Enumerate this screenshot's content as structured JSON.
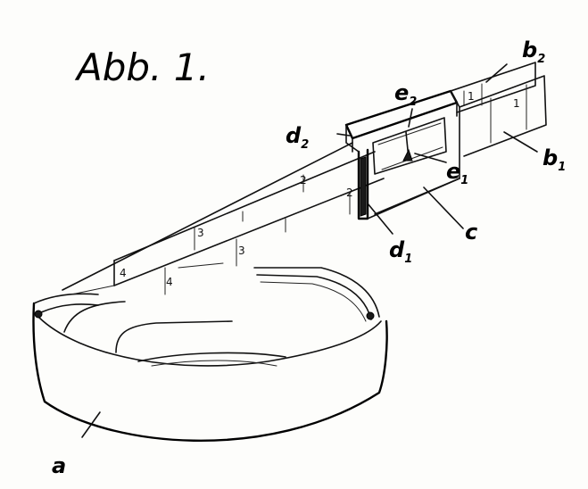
{
  "figure": {
    "title": "Abb. 1."
  },
  "labels": {
    "a": {
      "letter": "a",
      "sub": ""
    },
    "b1": {
      "letter": "b",
      "sub": "1"
    },
    "b2": {
      "letter": "b",
      "sub": "2"
    },
    "c": {
      "letter": "c",
      "sub": ""
    },
    "d1": {
      "letter": "d",
      "sub": "1"
    },
    "d2": {
      "letter": "d",
      "sub": "2"
    },
    "e1": {
      "letter": "e",
      "sub": "1"
    },
    "e2": {
      "letter": "e",
      "sub": "2"
    }
  },
  "scale_marks": {
    "lower": [
      "1",
      "2",
      "3",
      "4"
    ],
    "upper": [
      "1",
      "2",
      "3",
      "4"
    ]
  }
}
